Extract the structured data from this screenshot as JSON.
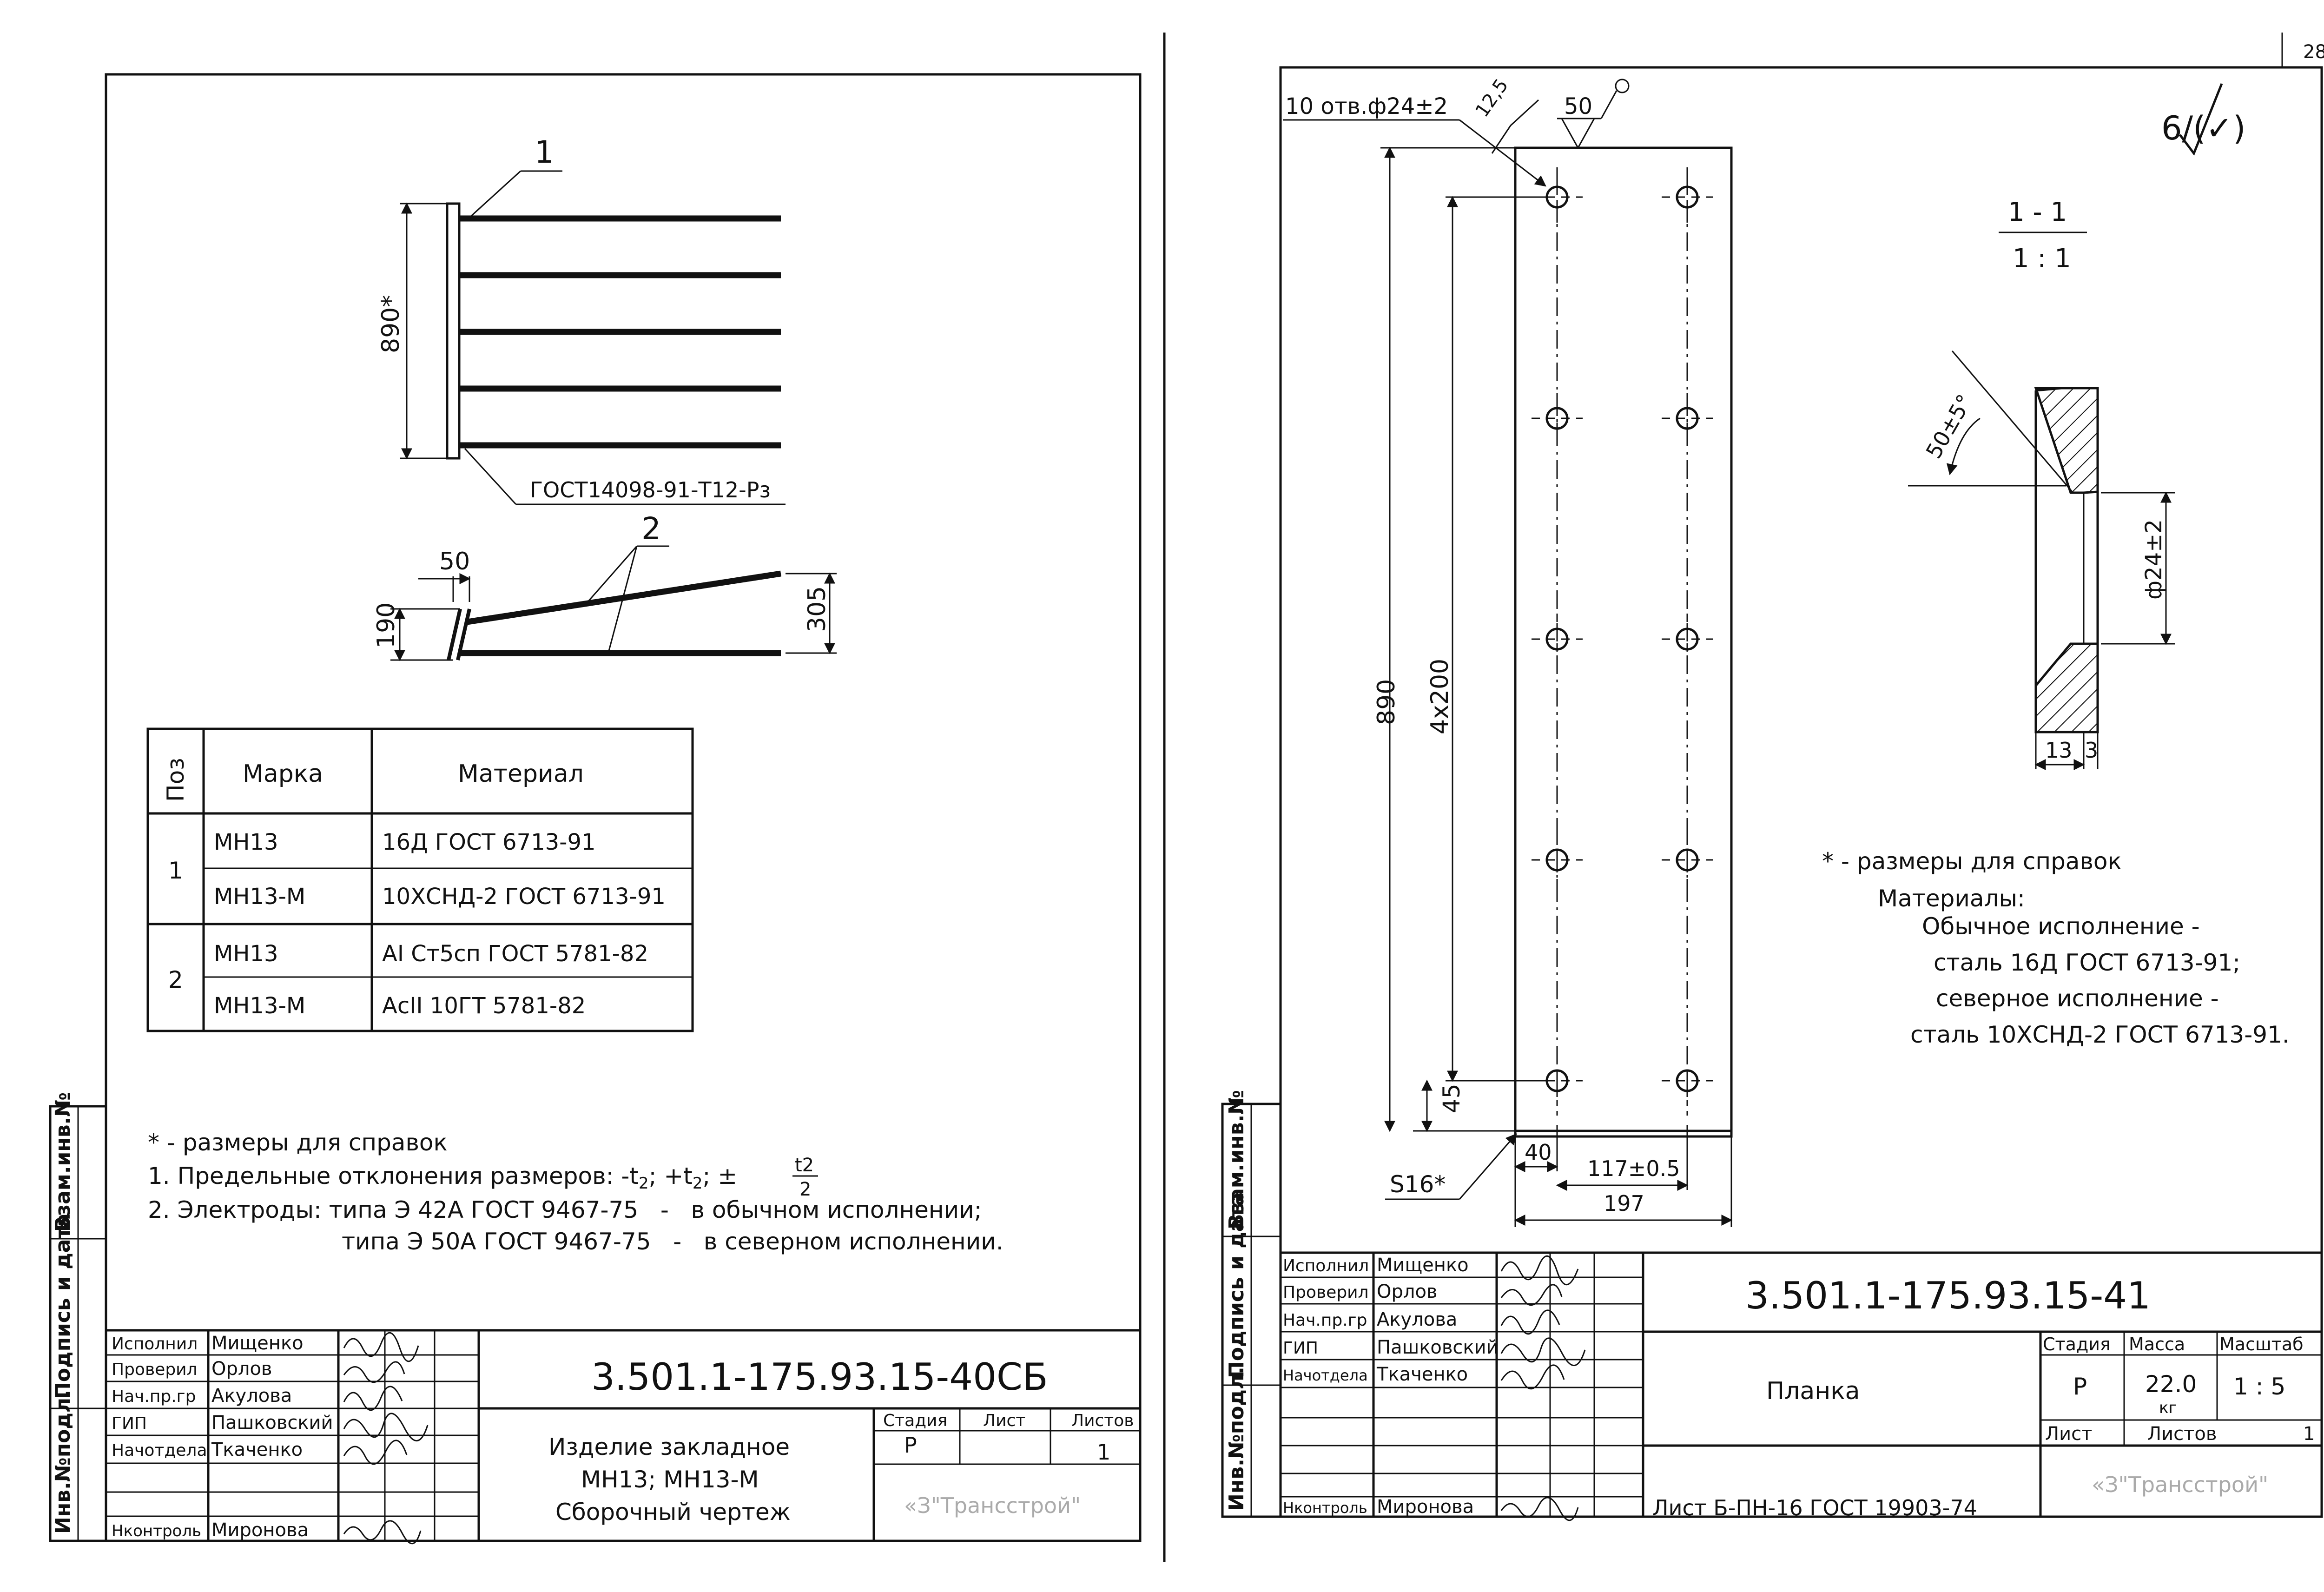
{
  "left_sheet": {
    "doc_number": "3.501.1-175.93.15-40СБ",
    "title_lines": [
      "Изделие закладное",
      "МН13; МН13-М",
      "Сборочный чертеж"
    ],
    "company": "«З\"Трансстрой\"",
    "side_labels": [
      "Инв.№подл.",
      "Подпись и дата",
      "Взам.инв.№"
    ],
    "signers": [
      {
        "role": "Исполнил",
        "name": "Мищенко"
      },
      {
        "role": "Проверил",
        "name": "Орлов"
      },
      {
        "role": "Нач.пр.гр",
        "name": "Акулова"
      },
      {
        "role": "ГИП",
        "name": "Пашковский"
      },
      {
        "role": "Начотдела",
        "name": "Ткаченко"
      },
      {
        "role": "",
        "name": ""
      },
      {
        "role": "Нконтроль",
        "name": "Миронова"
      }
    ],
    "stage_headers": [
      "Стадия",
      "Лист",
      "Листов"
    ],
    "stage_values": [
      "Р",
      "",
      "1"
    ],
    "view1": {
      "callout": "1",
      "dim_height": "890*",
      "weld_note": "ГОСТ14098-91-Т12-Рз"
    },
    "view2": {
      "callout": "2",
      "dim_offset": "50",
      "dim_left": "190",
      "dim_right": "305"
    },
    "spec_table": {
      "headers": [
        "Поз",
        "Марка",
        "Материал"
      ],
      "groups": [
        {
          "pos": "1",
          "rows": [
            {
              "mark": "МН13",
              "material": "16Д ГОСТ 6713-91"
            },
            {
              "mark": "МН13-М",
              "material": "10ХСНД-2 ГОСТ 6713-91"
            }
          ]
        },
        {
          "pos": "2",
          "rows": [
            {
              "mark": "МН13",
              "material": "АI Ст5сп ГОСТ 5781-82"
            },
            {
              "mark": "МН13-М",
              "material": "АсII 10ГТ 5781-82"
            }
          ]
        }
      ]
    },
    "notes": [
      "* - размеры для справок",
      "1. Предельные отклонения размеров: -t",
      "2. Электроды: типа Э 42А ГОСТ 9467-75   -   в обычном исполнении;",
      "типа Э 50А ГОСТ 9467-75   -   в северном исполнении."
    ],
    "note1_tail": {
      "sub2": "2",
      "plus": "; +t",
      "sub2b": "2",
      "pm": ";  ±",
      "frac_num": "t2",
      "frac_den": "2"
    }
  },
  "right_sheet": {
    "page_number": "28",
    "doc_number": "3.501.1-175.93.15-41",
    "title": "Планка",
    "standard": "Лист Б-ПН-16 ГОСТ 19903-74",
    "company": "«З\"Трансстрой\"",
    "side_labels": [
      "Инв.№подл.",
      "Подпись и дата",
      "Взам.инв.№"
    ],
    "signers": [
      {
        "role": "Исполнил",
        "name": "Мищенко"
      },
      {
        "role": "Проверил",
        "name": "Орлов"
      },
      {
        "role": "Нач.пр.гр",
        "name": "Акулова"
      },
      {
        "role": "ГИП",
        "name": "Пашковский"
      },
      {
        "role": "Начотдела",
        "name": "Ткаченко"
      },
      {
        "role": "",
        "name": ""
      },
      {
        "role": "",
        "name": ""
      },
      {
        "role": "Нконтроль",
        "name": "Миронова"
      }
    ],
    "info_headers": [
      "Стадия",
      "Масса",
      "Масштаб"
    ],
    "info_values": {
      "stage": "Р",
      "mass": "22.0",
      "mass_unit": "кг",
      "scale": "1 : 5"
    },
    "sheet_labels": [
      "Лист",
      "Листов"
    ],
    "sheet_total": "1",
    "plate": {
      "holes_note": "10 отв.ф24±2",
      "chamfer": "12,5",
      "dim_50": "50",
      "dim_height": "890",
      "dim_pitch": "4x200",
      "dim_edge": "45",
      "dim_thickness": "S16*",
      "dim_40": "40",
      "dim_117": "117±0.5",
      "dim_width": "197"
    },
    "section": {
      "label_top": "1 - 1",
      "label_bottom": "1 : 1",
      "angle": "50±5°",
      "dia": "ф24±2",
      "dim_13": "13",
      "dim_3": "3"
    },
    "roughness": "6/(✓)",
    "notes": {
      "ref": "* - размеры для справок",
      "heading": "Материалы:",
      "lines": [
        "Обычное исполнение -",
        "сталь 16Д ГОСТ 6713-91;",
        "северное исполнение -",
        "сталь 10ХСНД-2 ГОСТ 6713-91."
      ]
    }
  }
}
